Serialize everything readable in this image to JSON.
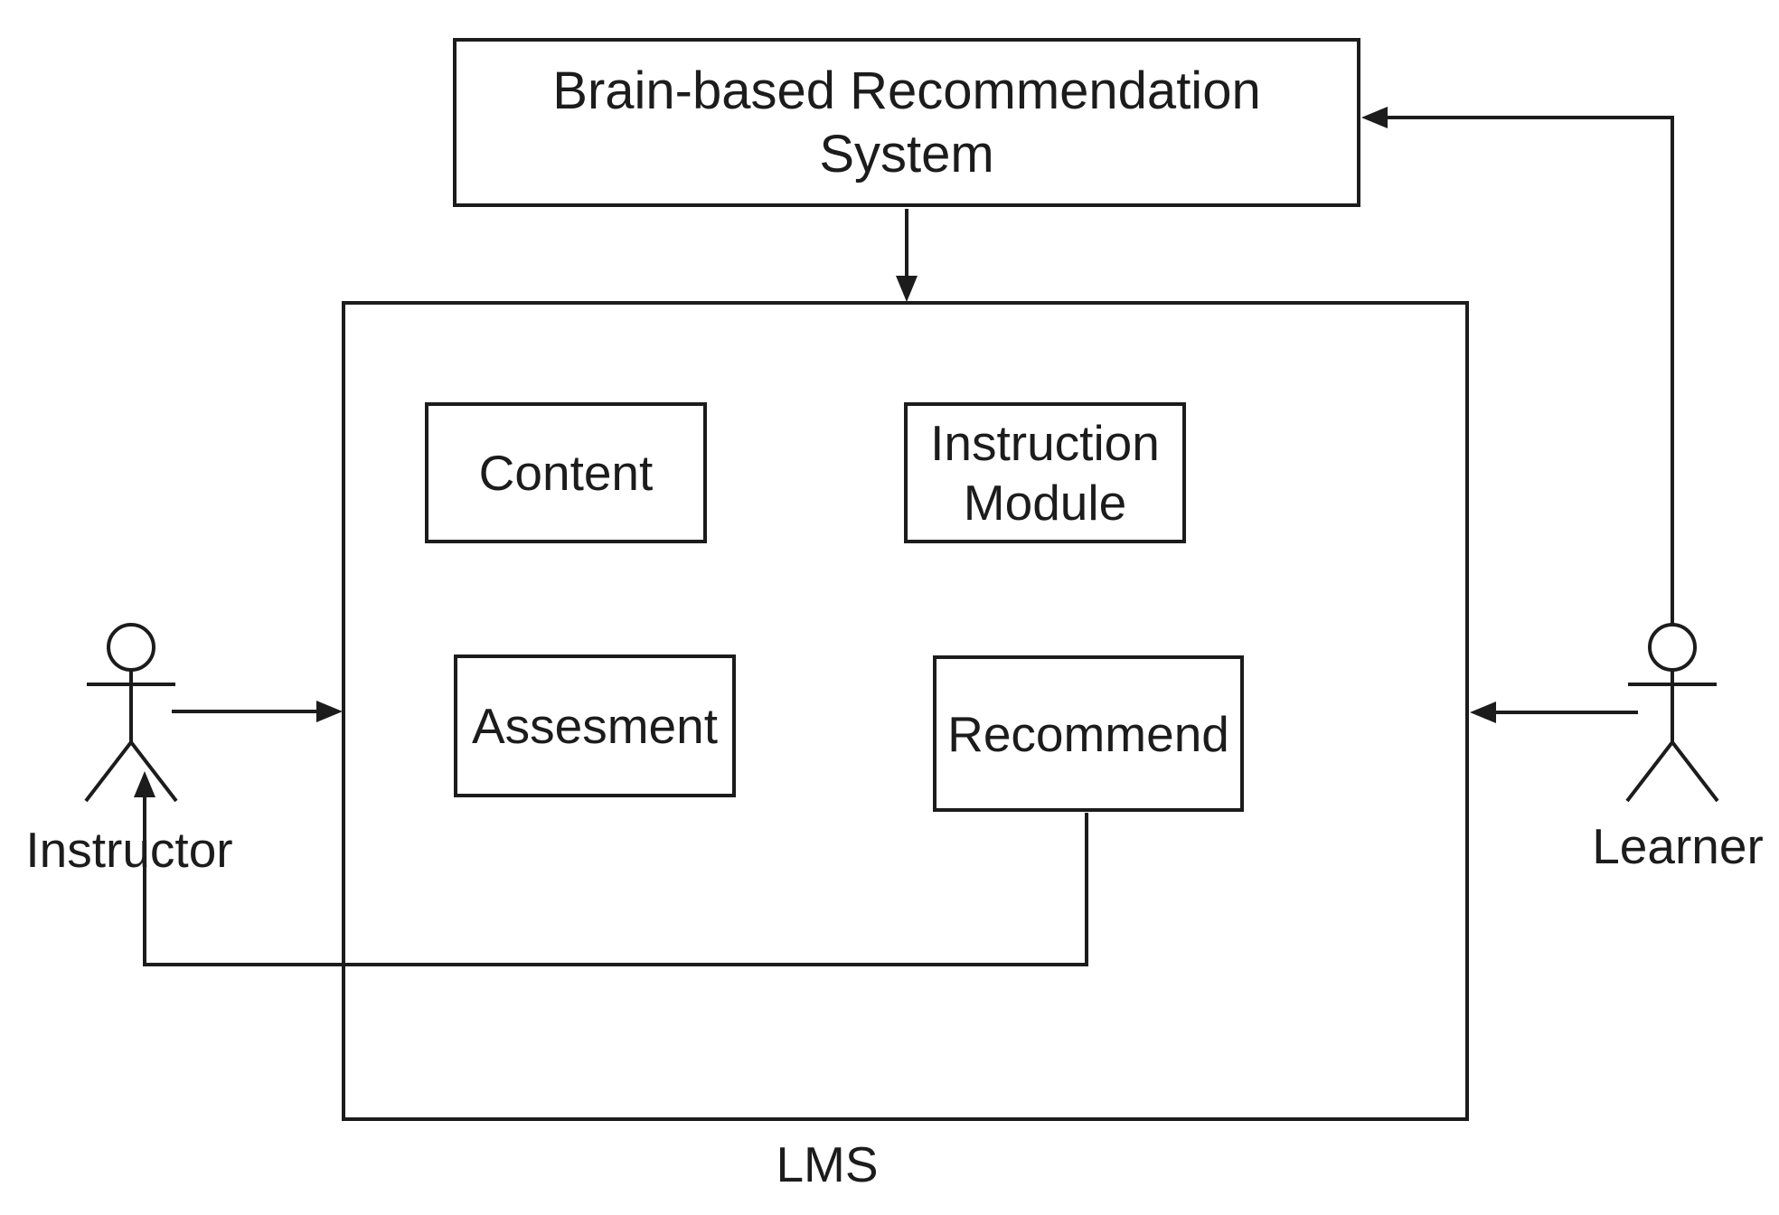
{
  "title_box": {
    "label": "Brain-based Recommendation  System"
  },
  "lms_box": {
    "label": "LMS"
  },
  "modules": {
    "content": {
      "label": "Content"
    },
    "instruction": {
      "label": "Instruction Module"
    },
    "assessment": {
      "label": "Assesment"
    },
    "recommend": {
      "label": "Recommend"
    }
  },
  "actors": {
    "instructor": {
      "label": "Instructor"
    },
    "learner": {
      "label": "Learner"
    }
  },
  "colors": {
    "line": "#1c1c1c",
    "background": "#ffffff"
  }
}
